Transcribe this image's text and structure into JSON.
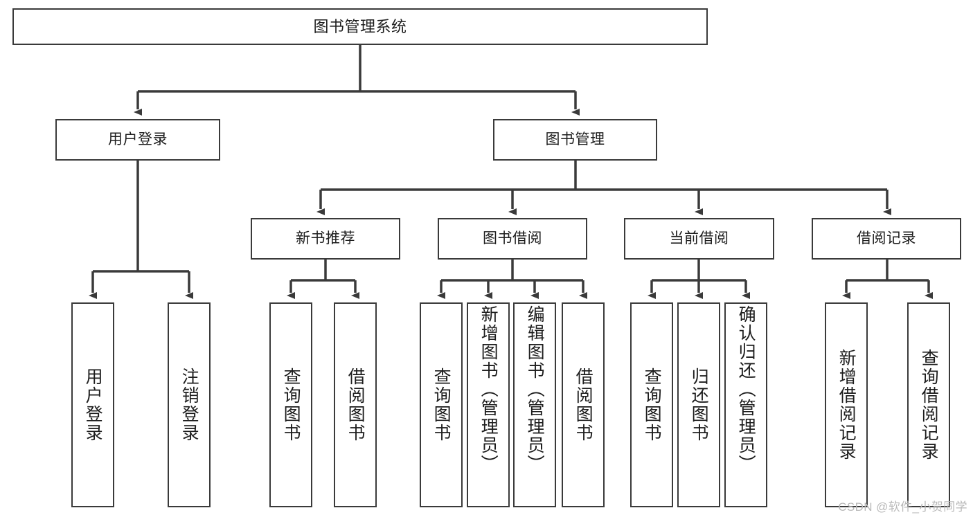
{
  "diagram": {
    "title": "图书管理系统",
    "type": "tree-hierarchy-diagram",
    "watermark": "CSDN @软件_小贺同学",
    "colors": {
      "box_border": "#3a3a3a",
      "box_fill": "#ffffff",
      "edge": "#3a3a3a",
      "text": "#1d1d1d",
      "watermark": "#b9b9b9"
    },
    "root": {
      "label": "图书管理系统"
    },
    "level2": [
      {
        "id": "user-login",
        "label": "用户登录"
      },
      {
        "id": "book-manage",
        "label": "图书管理"
      }
    ],
    "level3": [
      {
        "id": "new-book-rec",
        "label": "新书推荐"
      },
      {
        "id": "book-borrow",
        "label": "图书借阅"
      },
      {
        "id": "current-borrow",
        "label": "当前借阅"
      },
      {
        "id": "borrow-record",
        "label": "借阅记录"
      }
    ],
    "leaves": {
      "user_login": [
        {
          "id": "leaf-user-login",
          "label": "用户登录"
        },
        {
          "id": "leaf-logout",
          "label": "注销登录"
        }
      ],
      "new_book_rec": [
        {
          "id": "leaf-query-book-1",
          "label": "查询图书"
        },
        {
          "id": "leaf-borrow-book-1",
          "label": "借阅图书"
        }
      ],
      "book_borrow": [
        {
          "id": "leaf-query-book-2",
          "label": "查询图书"
        },
        {
          "id": "leaf-add-book",
          "label": "新增图书（管理员）"
        },
        {
          "id": "leaf-edit-book",
          "label": "编辑图书（管理员）"
        },
        {
          "id": "leaf-borrow-book-2",
          "label": "借阅图书"
        }
      ],
      "current_borrow": [
        {
          "id": "leaf-query-book-3",
          "label": "查询图书"
        },
        {
          "id": "leaf-return-book",
          "label": "归还图书"
        },
        {
          "id": "leaf-confirm-return",
          "label": "确认归还（管理员）"
        }
      ],
      "borrow_record": [
        {
          "id": "leaf-add-record",
          "label": "新增借阅记录"
        },
        {
          "id": "leaf-query-record",
          "label": "查询借阅记录"
        }
      ]
    }
  }
}
